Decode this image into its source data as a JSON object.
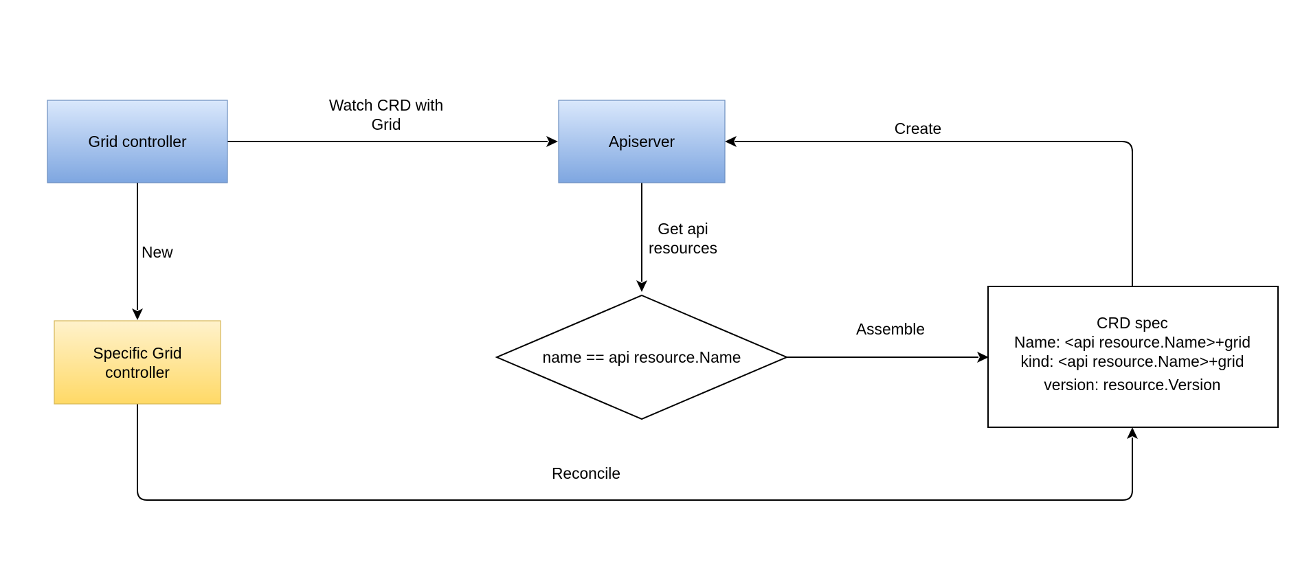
{
  "nodes": {
    "grid_controller": {
      "label": "Grid controller"
    },
    "apiserver": {
      "label": "Apiserver"
    },
    "specific_grid_controller": {
      "lines": [
        "Specific Grid",
        "controller"
      ]
    },
    "condition": {
      "label": "name == api resource.Name"
    },
    "crd_spec": {
      "lines": [
        "CRD spec",
        "Name: <api resource.Name>+grid",
        "kind: <api resource.Name>+grid",
        "version: resource.Version"
      ]
    }
  },
  "edges": {
    "watch": {
      "lines": [
        "Watch CRD with",
        "Grid"
      ]
    },
    "new": {
      "label": "New"
    },
    "get_api_resources": {
      "lines": [
        "Get api",
        "resources"
      ]
    },
    "assemble": {
      "label": "Assemble"
    },
    "create": {
      "label": "Create"
    },
    "reconcile": {
      "label": "Reconcile"
    }
  },
  "colors": {
    "blue_fill_top": "#dae8fc",
    "blue_fill_bottom": "#7ea6e0",
    "blue_stroke": "#6c8ebf",
    "yellow_fill_top": "#fff2cc",
    "yellow_fill_bottom": "#ffd966",
    "yellow_stroke": "#d6b656",
    "line": "#000000"
  }
}
